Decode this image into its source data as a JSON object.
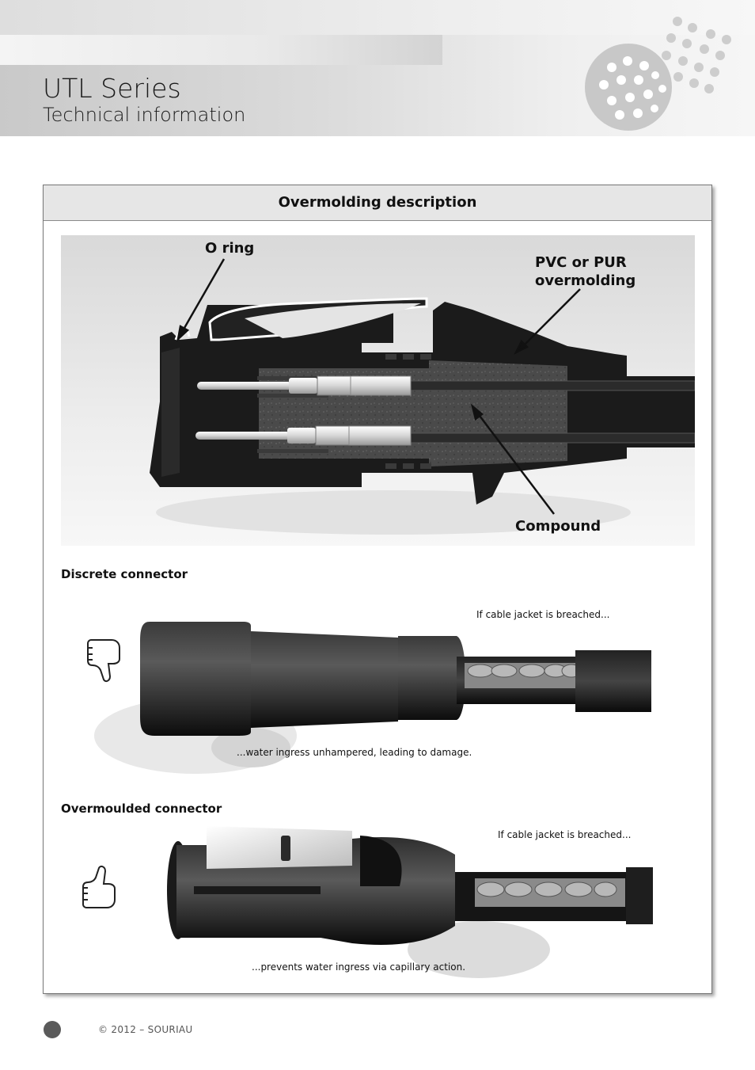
{
  "header": {
    "title": "UTL Series",
    "subtitle": "Technical information"
  },
  "panel": {
    "heading": "Overmolding description",
    "callouts": {
      "o_ring": "O ring",
      "overmolding_line1": "PVC or PUR",
      "overmolding_line2": "overmolding",
      "compound": "Compound"
    }
  },
  "discrete": {
    "label": "Discrete connector",
    "caption_top": "If cable jacket is breached...",
    "caption_bottom": "...water ingress unhampered, leading to damage.",
    "icon": "thumbs-down-icon"
  },
  "overmoulded": {
    "label": "Overmoulded connector",
    "caption_top": "If cable jacket is breached...",
    "caption_bottom": "...prevents water ingress via capillary action.",
    "icon": "thumbs-up-icon"
  },
  "footer": {
    "copyright": "© 2012 – SOURIAU"
  }
}
